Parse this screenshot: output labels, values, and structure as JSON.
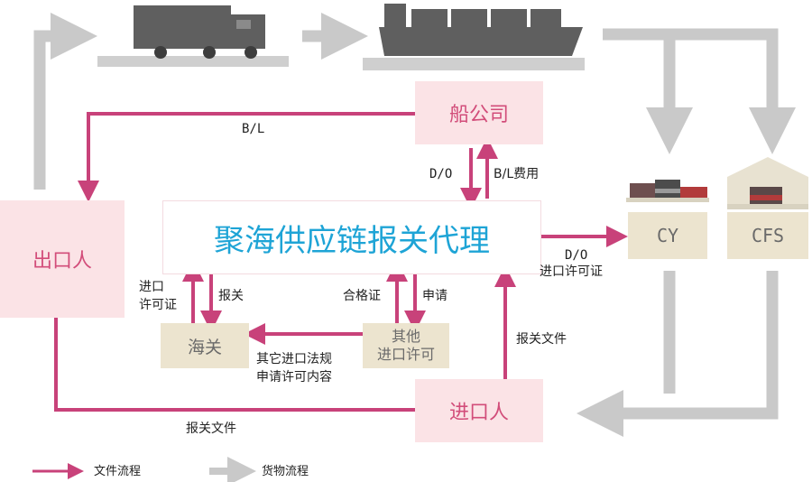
{
  "nodes": {
    "shipping_company": "船公司",
    "exporter": "出口人",
    "broker": "聚海供应链报关代理",
    "cy": "CY",
    "cfs": "CFS",
    "customs": "海关",
    "other_permits_line1": "其他",
    "other_permits_line2": "进口许可",
    "importer": "进口人"
  },
  "labels": {
    "bl": "B/L",
    "do": "D/O",
    "bl_fee": "B/L费用",
    "do_cy": "D/O",
    "import_license": "进口许可证",
    "import_license_l1": "进口",
    "import_license_l2": "许可证",
    "declare": "报关",
    "certificate": "合格证",
    "apply": "申请",
    "other_content_l1": "其它进口法规",
    "other_content_l2": "申请许可内容",
    "declare_docs": "报关文件",
    "declare_docs_bottom": "报关文件"
  },
  "legend": {
    "document_flow": "文件流程",
    "cargo_flow": "货物流程"
  },
  "colors": {
    "document": "#c8427a",
    "cargo": "#c9c9c9",
    "pink_box": "#fbe3e6",
    "beige_box": "#ece4cf",
    "broker_text": "#1ea4d6"
  }
}
